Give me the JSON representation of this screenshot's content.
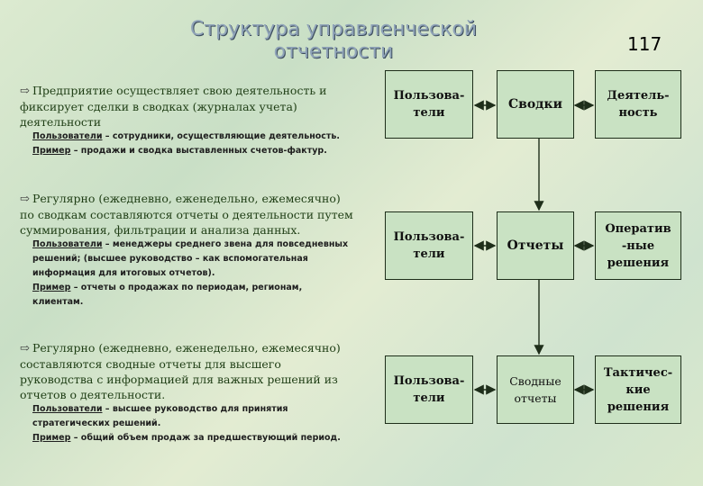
{
  "title": "Структура управленческой отчетности",
  "page_number": "117",
  "sections": [
    {
      "text": "Предприятие осуществляет свою деятельность и фиксирует сделки в сводках (журналах учета) деятельности",
      "users_label": "Пользователи",
      "users_text": " – сотрудники, осуществляющие деятельность.",
      "example_label": "Пример",
      "example_text": " – продажи и сводка  выставленных счетов-фактур."
    },
    {
      "text": "Регулярно (ежедневно, еженедельно, ежемесячно) по сводкам составляются   отчеты о деятельности путем суммирования, фильтрации и анализа данных.",
      "users_label": "Пользователи",
      "users_text": " – менеджеры среднего звена для повседневных решений; (высшее руководство –  как вспомогательная информация для итоговых отчетов).",
      "example_label": "Пример",
      "example_text": " –  отчеты о продажах по периодам, регионам, клиентам."
    },
    {
      "text": "Регулярно (ежедневно, еженедельно, ежемесячно) составляются сводные отчеты для высшего руководства с информацией для важных решений из отчетов о деятельности.",
      "users_label": "Пользователи",
      "users_text": " – высшее руководство для принятия стратегических решений.",
      "example_label": "Пример",
      "example_text": " – общий объем продаж за предшествующий период."
    }
  ],
  "diagram": {
    "rows": [
      {
        "left": "Пользова-\nтели",
        "center": "Сводки",
        "right": "Деятель-\nность"
      },
      {
        "left": "Пользова-\nтели",
        "center": "Отчеты",
        "right": "Оператив\n-ные\nрешения"
      },
      {
        "left": "Пользова-\nтели",
        "center": "Сводные\nотчеты",
        "right": "Тактичес-\nкие\nрешения"
      }
    ]
  }
}
